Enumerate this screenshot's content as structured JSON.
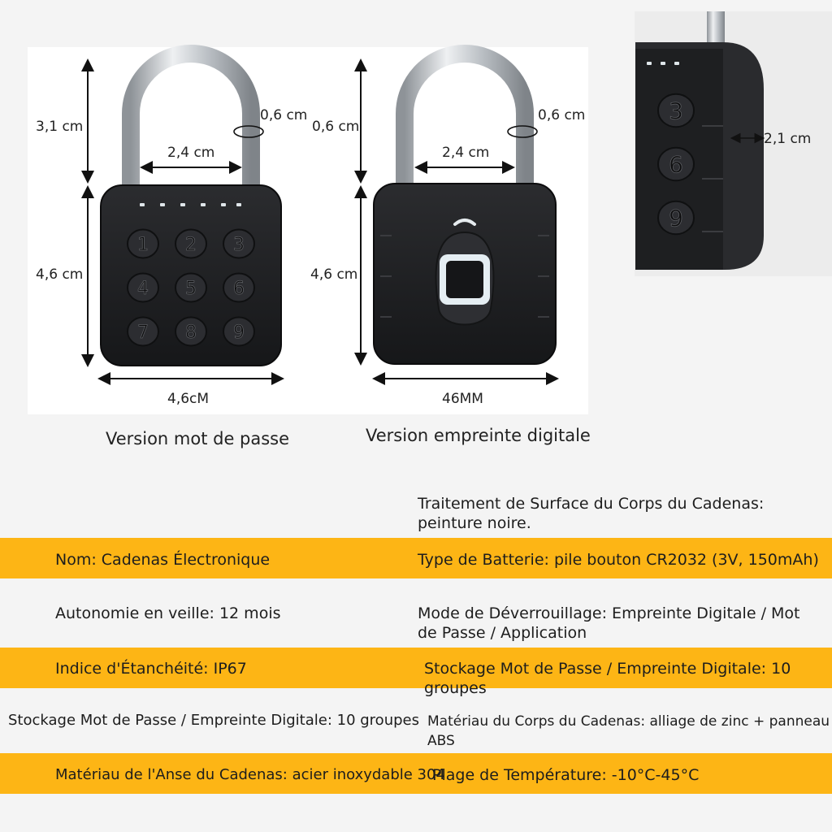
{
  "dimensions": {
    "shackle_height": "3,1 cm",
    "shackle_thickness": "0,6 cm",
    "shackle_height_right": "0,6 cm",
    "shackle_inner_width": "2,4 cm",
    "body_height": "4,6 cm",
    "body_width_left": "4,6cM",
    "body_width_right": "46MM",
    "depth": "2,1 cm"
  },
  "keypad": {
    "keys": [
      "1",
      "2",
      "3",
      "4",
      "5",
      "6",
      "7",
      "8",
      "9"
    ],
    "side_keys": [
      "3",
      "6",
      "9"
    ]
  },
  "captions": {
    "password": "Version mot de passe",
    "fingerprint": "Version empreinte digitale"
  },
  "specs": {
    "surface": "Traitement de Surface du Corps du Cadenas: peinture noire.",
    "name": "Nom: Cadenas Électronique",
    "battery": "Type de Batterie: pile bouton CR2032 (3V, 150mAh)",
    "standby": "Autonomie en veille: 12 mois",
    "unlock": "Mode de Déverrouillage: Empreinte Digitale / Mot de Passe / Application",
    "waterproof": "Indice d'Étanchéité: IP67",
    "storage_right": "Stockage Mot de Passe / Empreinte Digitale: 10 groupes",
    "storage_left": "Stockage Mot de Passe / Empreinte Digitale: 10 groupes",
    "body_material": "Matériau du Corps du Cadenas: alliage de zinc + panneau ABS",
    "shackle_material": "Matériau de l'Anse du Cadenas: acier inoxydable 304",
    "temperature": "Plage de Température: -10°C-45°C"
  },
  "colors": {
    "band": "#fdb515",
    "lock_body": "#1e1f21",
    "shackle": "#c9cdd1",
    "background": "#f4f4f4"
  }
}
